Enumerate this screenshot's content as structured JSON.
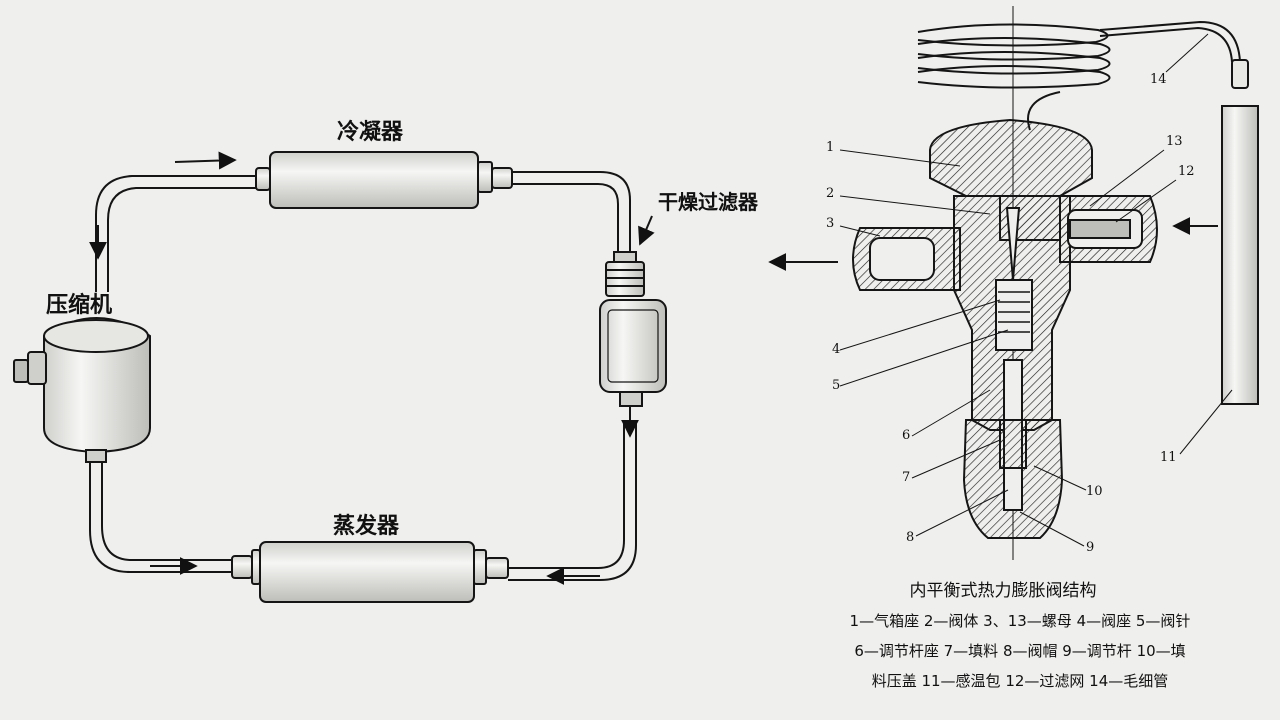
{
  "cycle": {
    "condenser_label": "冷凝器",
    "filter_label": "干燥过滤器",
    "compressor_label": "压缩机",
    "evaporator_label": "蒸发器"
  },
  "valve": {
    "title": "内平衡式热力膨胀阀结构",
    "part_numbers": [
      "1",
      "2",
      "3",
      "4",
      "5",
      "6",
      "7",
      "8",
      "9",
      "10",
      "11",
      "12",
      "13",
      "14"
    ],
    "legend_lines": [
      "1—气箱座  2—阀体  3、13—螺母  4—阀座  5—阀针",
      "6—调节杆座  7—填料  8—阀帽  9—调节杆  10—填",
      "料压盖  11—感温包  12—过滤网  14—毛细管"
    ]
  },
  "colors": {
    "ink": "#151515",
    "paper": "#efefed",
    "body_fill": "#d9d9d6"
  }
}
